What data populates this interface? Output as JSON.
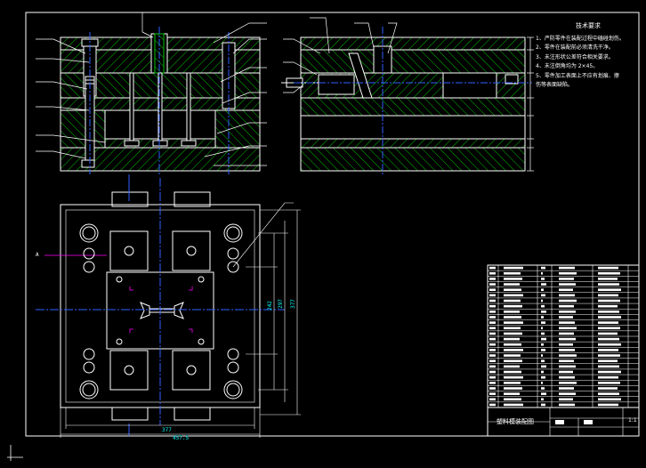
{
  "drawing": {
    "title_block_name": "塑料模装配图",
    "title_block_code": "1:1",
    "tech_requirements": {
      "title": "技术要求",
      "items": [
        "1、严防零件在装配过程中磕碰划伤。",
        "2、零件在装配前必须清洗干净。",
        "3、未注形状公差符合相关要求。",
        "4、未注倒角均为 2×45。",
        "5、零件加工表面上不应有划痕、擦",
        "   伤等表面缺陷。"
      ]
    },
    "dimensions": {
      "width_inner": "377",
      "width_outer": "457.5",
      "height_a": "242",
      "height_b": "297",
      "height_c": "377"
    },
    "section_mark": "A",
    "colors": {
      "background": "#000000",
      "outline": "#ffffff",
      "hatch": "#00c000",
      "centerline": "#3060ff",
      "dimension": "#00ffff",
      "leader": "#ffffff",
      "highlight": "#ff00ff"
    }
  }
}
